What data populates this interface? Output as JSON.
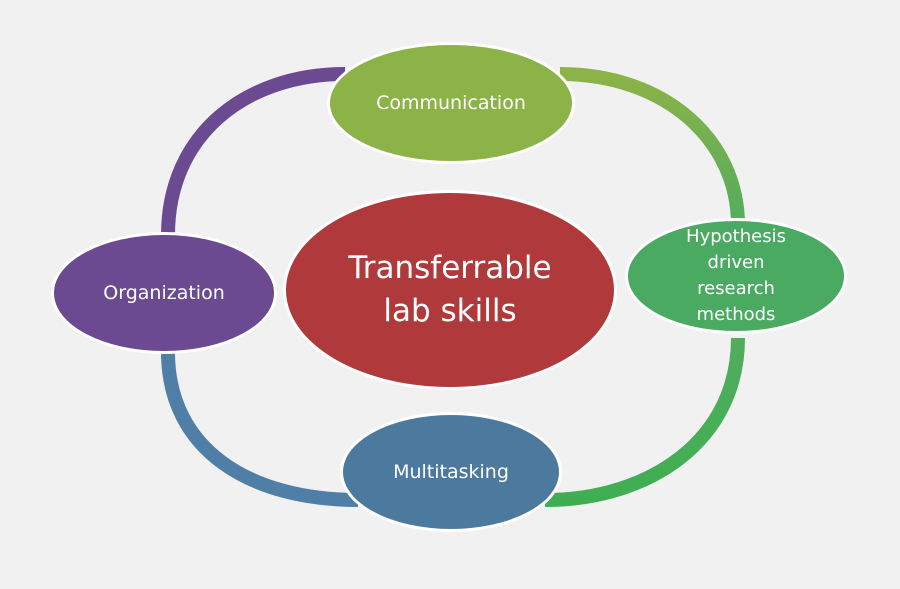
{
  "diagram": {
    "center": {
      "label": "Transferrable\nlab skills",
      "color": "#b0393b"
    },
    "nodes": [
      {
        "id": "top",
        "label": "Communication",
        "color": "#8cb347"
      },
      {
        "id": "right",
        "label": "Hypothesis\ndriven\nresearch\nmethods",
        "color": "#4aaa62"
      },
      {
        "id": "bottom",
        "label": "Multitasking",
        "color": "#4c7a9e"
      },
      {
        "id": "left",
        "label": "Organization",
        "color": "#6b4a92"
      }
    ],
    "ring_segments": [
      {
        "from": "top",
        "to": "right",
        "color_start": "#8cb347",
        "color_end": "#52ad5e"
      },
      {
        "from": "right",
        "to": "bottom",
        "color_start": "#52ad5e",
        "color_end": "#3fae52"
      },
      {
        "from": "bottom",
        "to": "left",
        "color_start": "#4c7a9e",
        "color_end": "#4f7fa6"
      },
      {
        "from": "left",
        "to": "top",
        "color_start": "#6b4a92",
        "color_end": "#6b4a92"
      }
    ]
  }
}
